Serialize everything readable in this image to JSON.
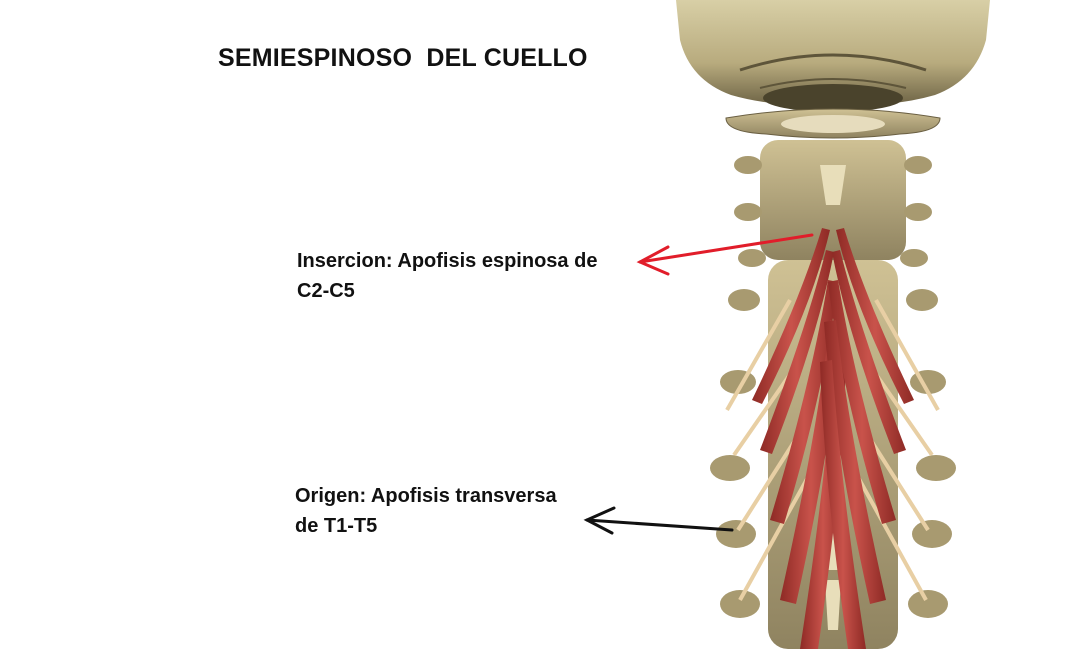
{
  "title": "SEMIESPINOSO  DEL CUELLO",
  "labels": {
    "insertion_line1": "Insercion: Apofisis espinosa de",
    "insertion_line2": "C2-C5",
    "origin_line1": "Origen: Apofisis transversa",
    "origin_line2": "de T1-T5"
  },
  "colors": {
    "insertion_arrow": "#e11d2a",
    "origin_arrow": "#111111",
    "bone": "#c9b98c",
    "muscle": "#b9403a"
  }
}
